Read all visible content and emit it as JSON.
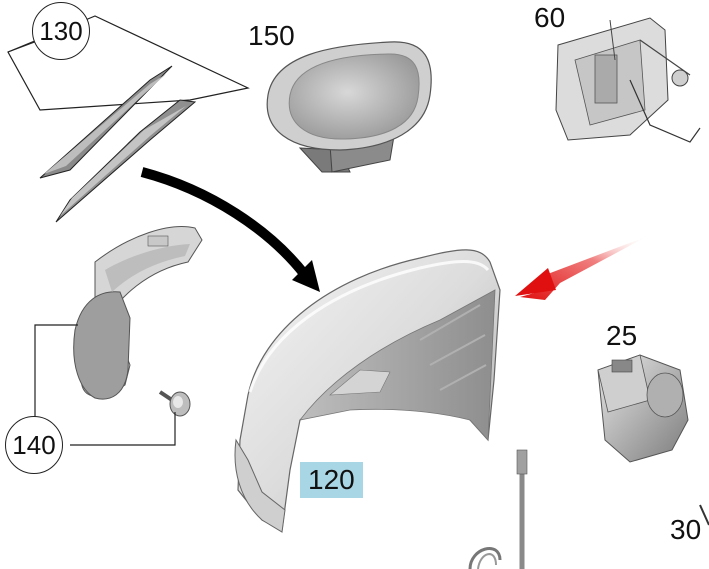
{
  "labels": {
    "p130": "130",
    "p150": "150",
    "p60": "60",
    "p140": "140",
    "p25": "25",
    "p120": "120",
    "p30": "30"
  },
  "colors": {
    "highlight": "#a9d6e5",
    "red_arrow": "#e02020",
    "black_arrow": "#000000",
    "part_fill": "#e6e6e6",
    "part_shadow": "#9a9a9a"
  }
}
